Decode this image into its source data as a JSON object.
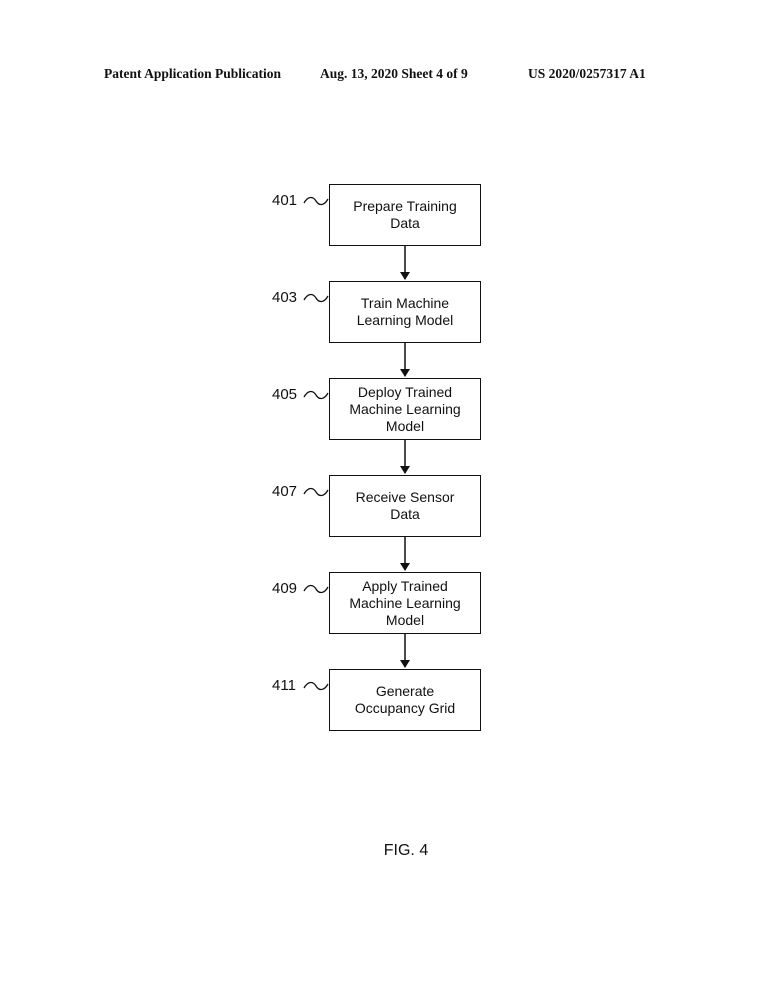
{
  "header": {
    "publication": "Patent Application Publication",
    "date_sheet": "Aug. 13, 2020  Sheet 4 of 9",
    "number": "US 2020/0257317 A1"
  },
  "steps": [
    {
      "ref": "401",
      "label": "Prepare Training\nData"
    },
    {
      "ref": "403",
      "label": "Train Machine\nLearning Model"
    },
    {
      "ref": "405",
      "label": "Deploy Trained\nMachine Learning\nModel"
    },
    {
      "ref": "407",
      "label": "Receive Sensor\nData"
    },
    {
      "ref": "409",
      "label": "Apply Trained\nMachine Learning\nModel"
    },
    {
      "ref": "411",
      "label": "Generate\nOccupancy Grid"
    }
  ],
  "figure_label": "FIG. 4"
}
